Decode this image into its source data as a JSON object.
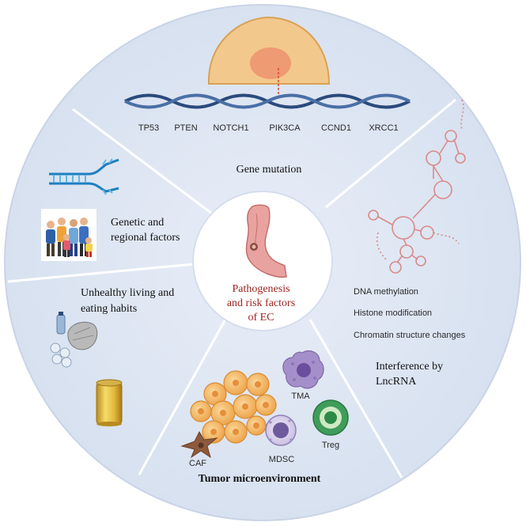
{
  "center": {
    "title_line1": "Pathogenesis",
    "title_line2": "and risk factors",
    "title_line3": "of EC"
  },
  "sections": {
    "gene_mutation": {
      "title": "Gene mutation",
      "genes": [
        "TP53",
        "PTEN",
        "NOTCH1",
        "PIK3CA",
        "CCND1",
        "XRCC1"
      ]
    },
    "genetic": {
      "title_line1": "Genetic  and",
      "title_line2": "regional factors"
    },
    "unhealthy": {
      "title_line1": "Unhealthy living and",
      "title_line2": "eating habits"
    },
    "lncrna": {
      "items": [
        "DNA methylation",
        "Histone modification",
        "Chromatin structure changes"
      ],
      "title_line1": "Interference by",
      "title_line2": "LncRNA"
    },
    "tme": {
      "title": "Tumor microenvironment",
      "cells": {
        "tma": "TMA",
        "mdsc": "MDSC",
        "treg": "Treg",
        "caf": "CAF"
      }
    }
  },
  "colors": {
    "disc_fill": "#dfe7f3",
    "divider": "#ffffff",
    "center_fill": "#ffffff",
    "title_red": "#9b2420",
    "dna_blue": "#2b4a7c",
    "cell_orange": "#f3c88c",
    "nucleus": "#ee9a72",
    "tumor_cell": "#f6bf72",
    "tma_purple": "#a58fca",
    "treg_green": "#3f9c5a",
    "caf_brown": "#8e5a3c",
    "rna_pink": "#d98a8a"
  }
}
